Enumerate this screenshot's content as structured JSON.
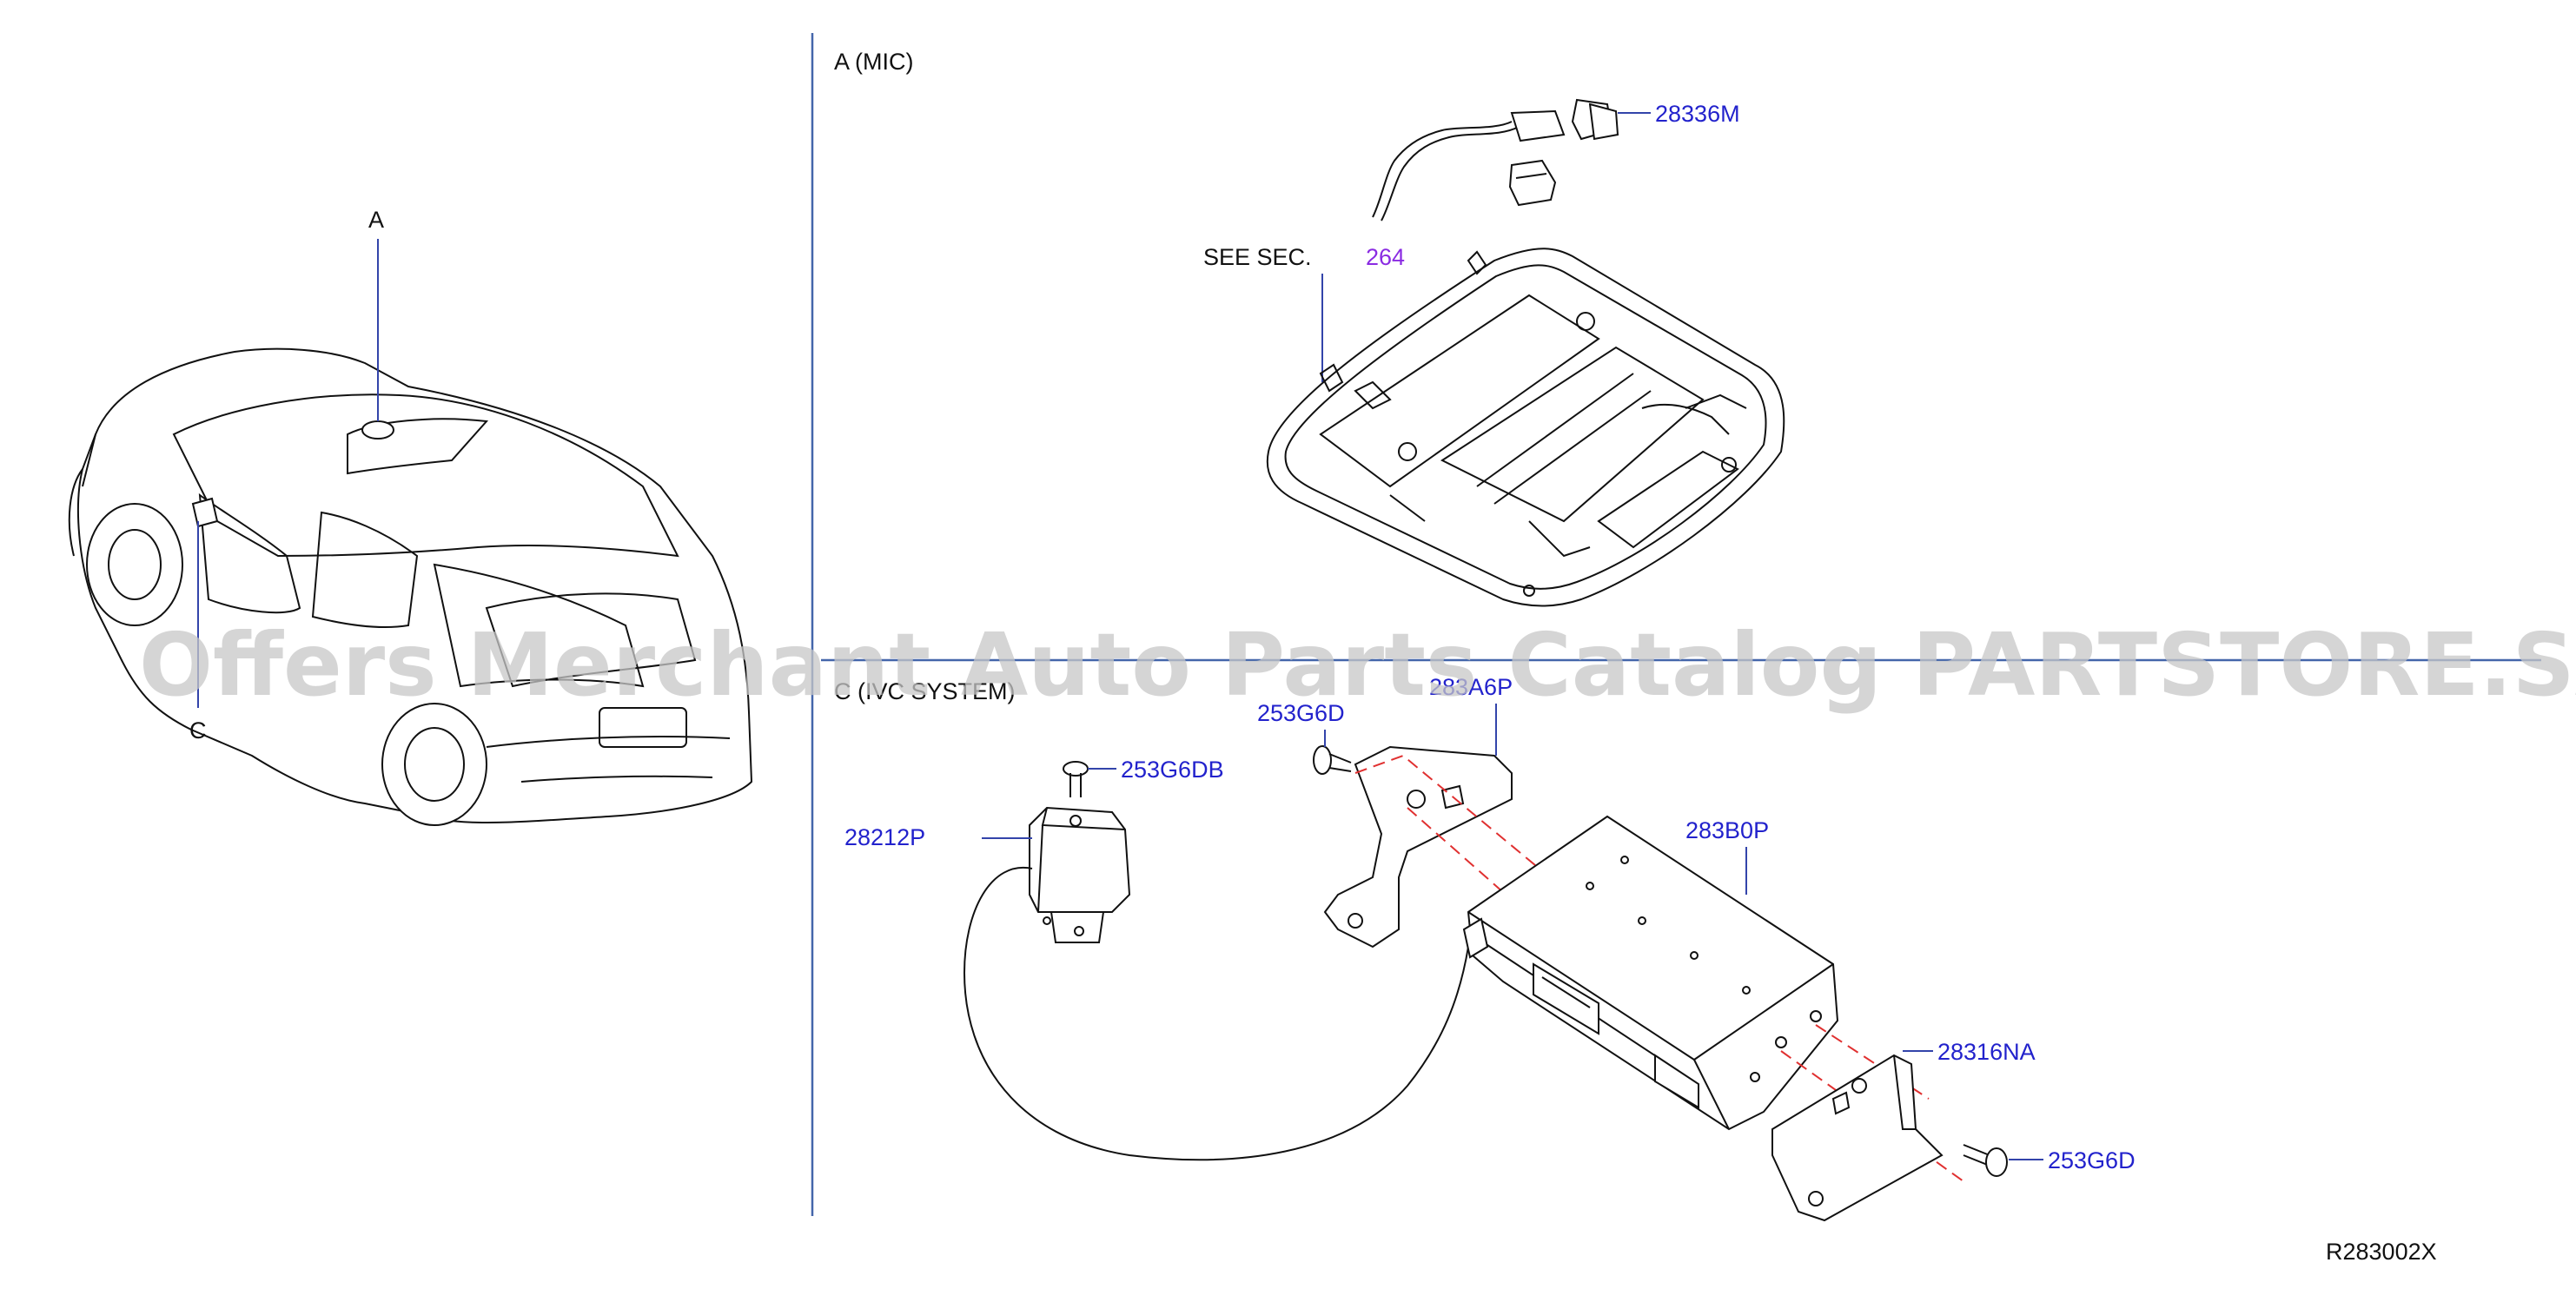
{
  "sections": {
    "a_title": "A  (MIC)",
    "c_title": "C  (IVC  SYSTEM)"
  },
  "vehicle_callouts": {
    "a": "A",
    "c": "C"
  },
  "see_sec": {
    "label": "SEE   SEC.",
    "number": "264"
  },
  "parts": {
    "mic": "28336M",
    "screw_top_left": "253G6D",
    "bracket_top": "283A6P",
    "screw_camera": "253G6DB",
    "camera": "28212P",
    "control_unit": "283B0P",
    "bracket_bottom": "28316NA",
    "screw_bottom_right": "253G6D"
  },
  "diagram_code": "R283002X",
  "watermark": "Offers Merchant Auto Parts Catalog PARTSTORE.SA",
  "colors": {
    "part_number": "#2222cc",
    "section_ref": "#8a2be2",
    "divider": "#4466aa",
    "guide_dash": "#e03030"
  }
}
